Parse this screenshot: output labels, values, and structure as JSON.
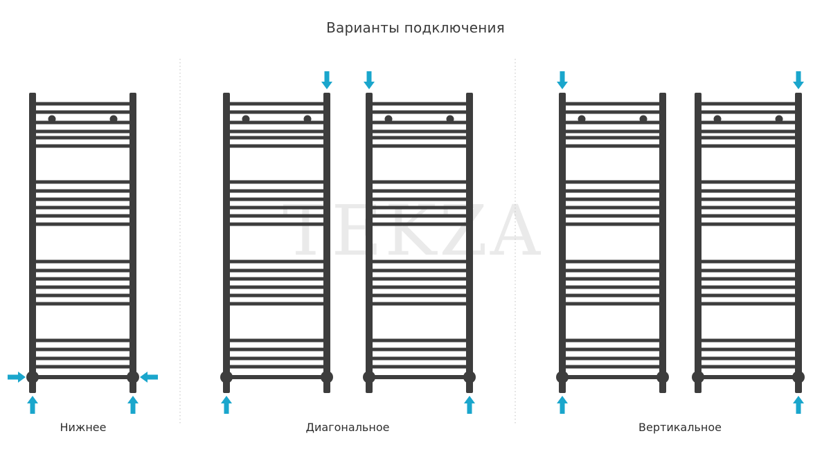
{
  "title": "Варианты подключения",
  "watermark": "TEKZA",
  "colors": {
    "pipe": "#3d3d3d",
    "arrow": "#1aa6cc"
  },
  "groups": [
    {
      "label": "Нижнее"
    },
    {
      "label": "Диагональное"
    },
    {
      "label": "Вертикальное"
    }
  ],
  "radiators": [
    {
      "group": 0,
      "inlet": "left-bottom",
      "outlet": "right-bottom"
    },
    {
      "group": 1,
      "inlet": "right-top",
      "outlet": "left-bottom"
    },
    {
      "group": 1,
      "inlet": "left-top",
      "outlet": "right-bottom"
    },
    {
      "group": 2,
      "inlet": "left-top",
      "outlet": "left-bottom"
    },
    {
      "group": 2,
      "inlet": "right-top",
      "outlet": "right-bottom"
    }
  ],
  "icons": [
    "arrow-down-icon",
    "arrow-up-icon",
    "arrow-right-icon",
    "arrow-left-icon"
  ]
}
